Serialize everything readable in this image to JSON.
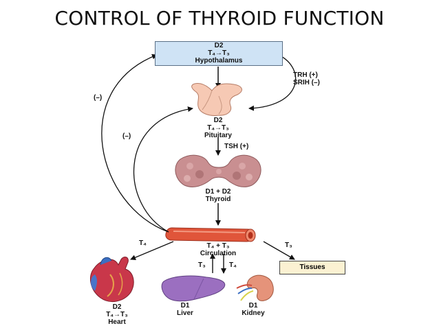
{
  "title": "CONTROL OF THYROID FUNCTION",
  "hypothalamus": {
    "enzyme": "D2",
    "conversion": "T₄→T₃",
    "name": "Hypothalamus"
  },
  "trh": "TRH (+)",
  "srih": "SRIH (–)",
  "pituitary": {
    "enzyme": "D2",
    "conversion": "T₄→T₃",
    "name": "Pituitary"
  },
  "tsh": "TSH (+)",
  "thyroid": {
    "enzyme": "D1 + D2",
    "name": "Thyroid"
  },
  "feedback_outer": "(–)",
  "feedback_inner": "(–)",
  "circulation": {
    "hormones": "T₄ + T₃",
    "name": "Circulation"
  },
  "heart_arrow_label": "T₄",
  "tissues_arrow_label": "T₃",
  "liver_up_label": "T₃",
  "liver_down_label": "T₄",
  "tissues": "Tissues",
  "heart": {
    "enzyme": "D2",
    "conversion": "T₄→T₃",
    "name": "Heart"
  },
  "liver": {
    "enzyme": "D1",
    "name": "Liver"
  },
  "kidney": {
    "enzyme": "D1",
    "name": "Kidney"
  },
  "colors": {
    "hypothalamus_box": "#cfe3f5",
    "tissues_box": "#fbf1d2",
    "pituitary": "#f6c9b4",
    "thyroid": "#c98f91",
    "vessel": "#e0553a",
    "liver": "#9b6fc0",
    "kidney": "#e5937a",
    "heart": "#c9374a"
  }
}
